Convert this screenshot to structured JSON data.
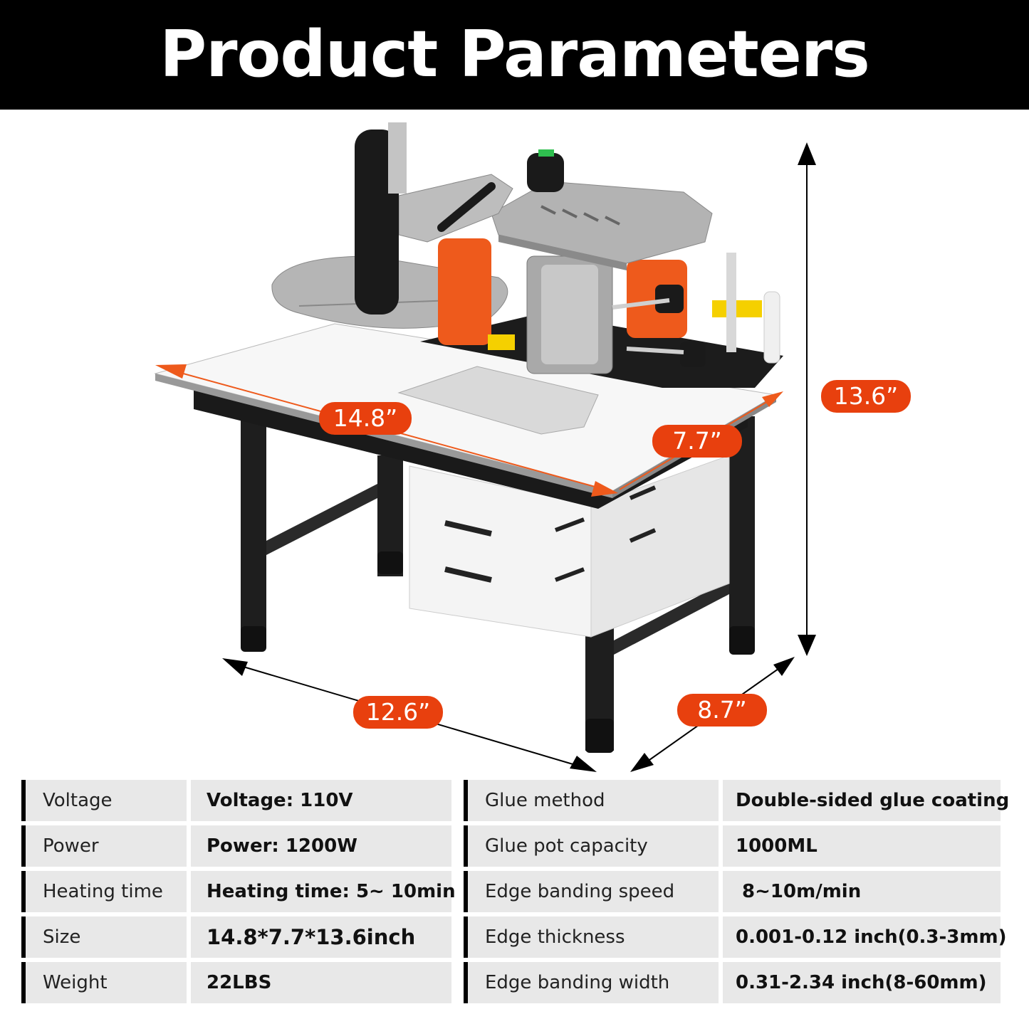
{
  "header": {
    "title": "Product Parameters"
  },
  "dimensions": {
    "table_length": "14.8”",
    "table_width": "7.7”",
    "height": "13.6”",
    "base_length": "12.6”",
    "base_depth": "8.7”"
  },
  "specs": {
    "left": [
      {
        "label": "Voltage",
        "value": "Voltage: 110V"
      },
      {
        "label": "Power",
        "value": "Power: 1200W"
      },
      {
        "label": "Heating time",
        "value": "Heating time: 5~ 10min"
      },
      {
        "label": "Size",
        "value": "14.8*7.7*13.6inch"
      },
      {
        "label": "Weight",
        "value": "22LBS"
      }
    ],
    "right": [
      {
        "label": "Glue method",
        "value": "Double-sided glue coating"
      },
      {
        "label": "Glue pot capacity",
        "value": "1000ML"
      },
      {
        "label": "Edge banding speed",
        "value": " 8~10m/min"
      },
      {
        "label": "Edge thickness",
        "value": "0.001-0.12 inch(0.3-3mm)"
      },
      {
        "label": "Edge banding width",
        "value": "0.31-2.34 inch(8-60mm)"
      }
    ]
  },
  "colors": {
    "accent": "#e8400e",
    "header_bg": "#000000",
    "cell_bg": "#e8e8e8"
  }
}
